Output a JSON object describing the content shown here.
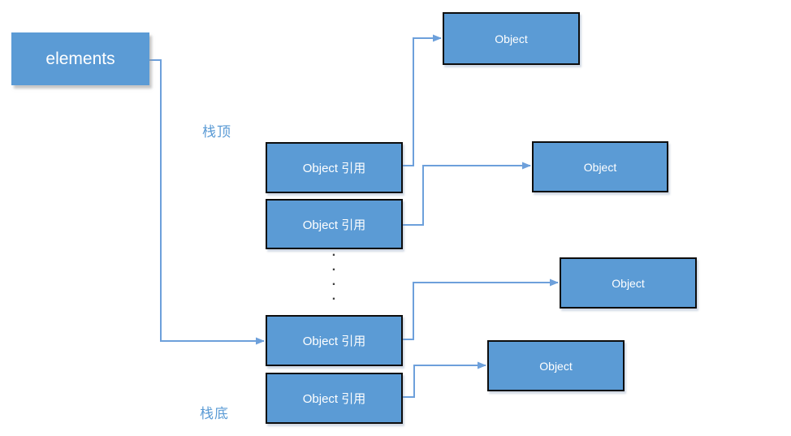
{
  "diagram": {
    "array_box": {
      "label": "elements"
    },
    "stack_labels": {
      "top": "栈顶",
      "bottom": "栈底"
    },
    "ref_boxes": [
      {
        "label": "Object 引用"
      },
      {
        "label": "Object 引用"
      },
      {
        "label": "Object 引用"
      },
      {
        "label": "Object 引用"
      }
    ],
    "object_boxes": [
      {
        "label": "Object"
      },
      {
        "label": "Object"
      },
      {
        "label": "Object"
      },
      {
        "label": "Object"
      }
    ],
    "ellipsis_dots": [
      ".",
      ".",
      ".",
      "."
    ],
    "colors": {
      "box_fill": "#5b9bd5",
      "box_border": "#0d0d0d",
      "connector": "#6da0db",
      "label_text": "#5b9bd5",
      "box_text": "#ffffff"
    }
  }
}
